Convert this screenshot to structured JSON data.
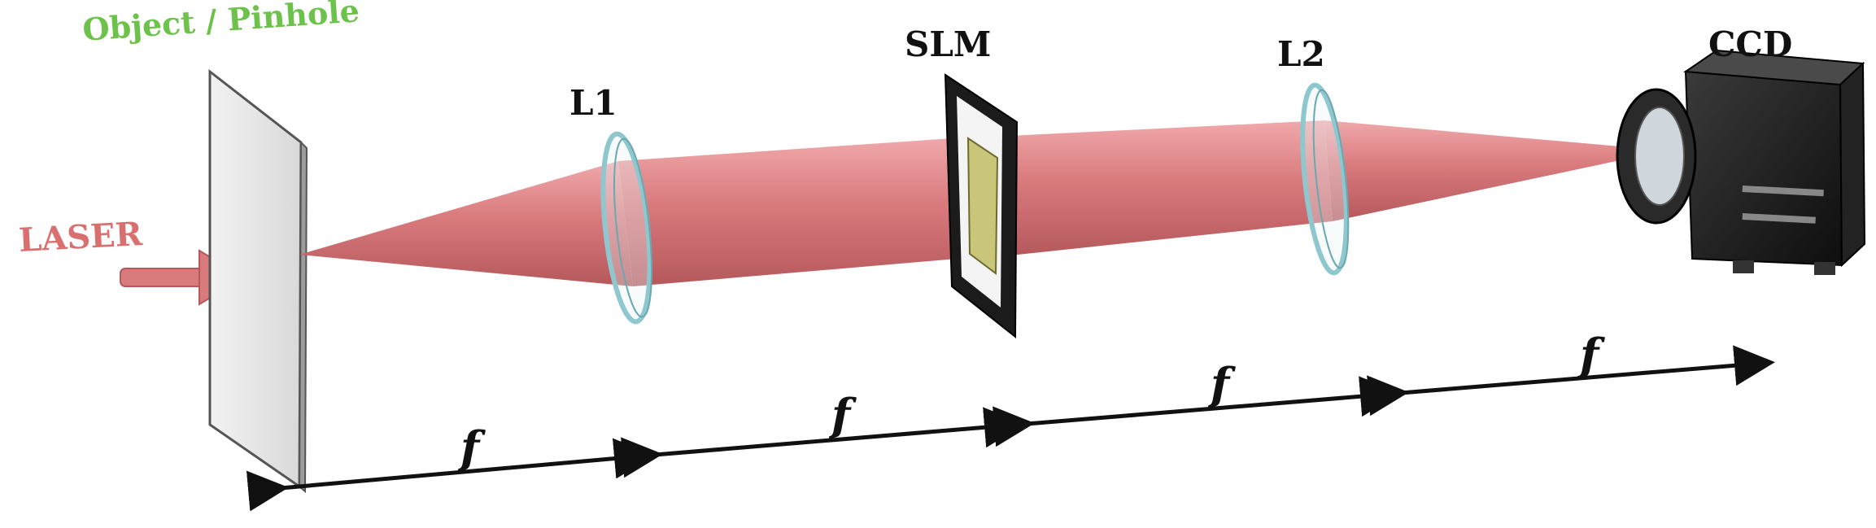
{
  "labels": {
    "object": "Object / Pinhole",
    "laser": "LASER",
    "lens1": "L1",
    "slm": "SLM",
    "lens2": "L2",
    "ccd": "CCD"
  },
  "distances": [
    "f",
    "f",
    "f",
    "f"
  ],
  "colors": {
    "beam": "#d97a7d",
    "laser_label": "#d9706f",
    "object_label": "#6cc24a",
    "lens_edge": "#8fc7cf",
    "arrow": "#111111"
  }
}
